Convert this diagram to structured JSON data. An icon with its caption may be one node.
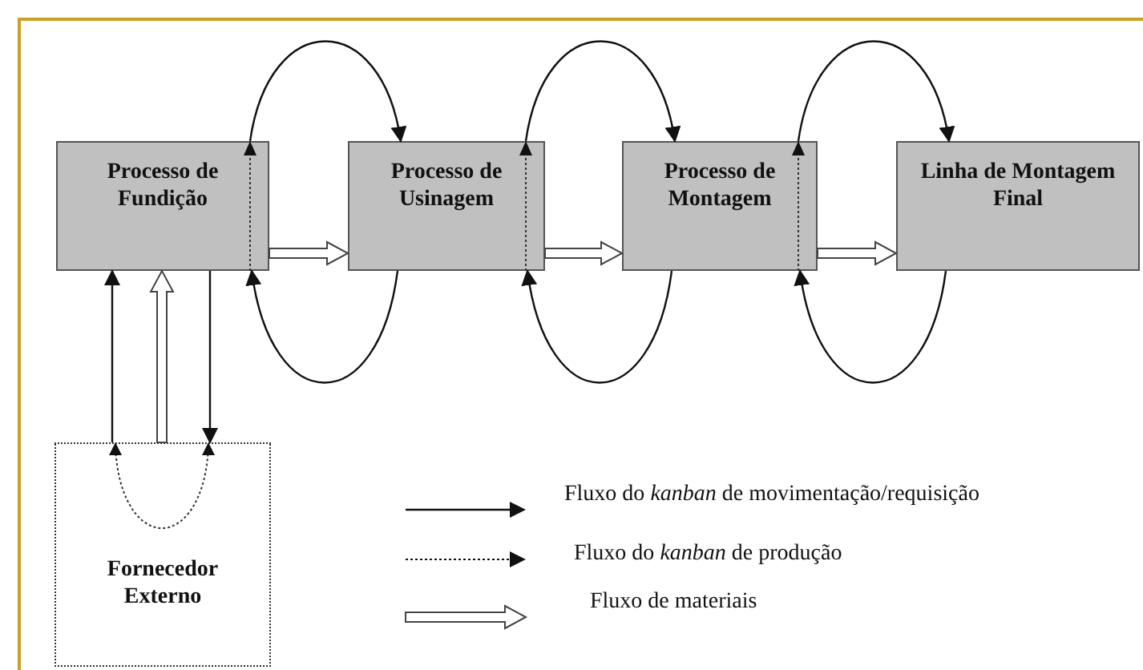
{
  "diagram": {
    "nodes": [
      {
        "text": [
          "Processo de Fundição"
        ]
      },
      {
        "text": [
          "Processo de Usinagem"
        ]
      },
      {
        "text": [
          "Processo de Montagem"
        ]
      },
      {
        "text": [
          "Linha de Montagem Final"
        ]
      },
      {
        "text": [
          "Fornecedor Externo"
        ]
      }
    ],
    "edges": [
      {
        "from": 0,
        "to": 1,
        "arrow": "to"
      },
      {
        "from": 1,
        "to": 2,
        "arrow": "to"
      },
      {
        "from": 2,
        "to": 3,
        "arrow": "to"
      },
      {
        "from": 1,
        "to": 0,
        "arrow": "to"
      },
      {
        "from": 2,
        "to": 1,
        "arrow": "to"
      },
      {
        "from": 3,
        "to": 2,
        "arrow": "to"
      },
      {
        "from": 0,
        "to": 1,
        "arrow": "to",
        "style": "thick"
      },
      {
        "from": 1,
        "to": 2,
        "arrow": "to",
        "style": "thick"
      },
      {
        "from": 2,
        "to": 3,
        "arrow": "to",
        "style": "thick"
      },
      {
        "from": 4,
        "to": 0,
        "arrow": "to"
      },
      {
        "from": 4,
        "to": 0,
        "arrow": "to",
        "style": "thick"
      },
      {
        "from": 0,
        "to": 4,
        "arrow": "to"
      }
    ],
    "legend": [
      {
        "text": "Fluxo do *kanban* de movimentação/requisição"
      },
      {
        "text": "Fluxo do *kanban* de produção"
      },
      {
        "text": "Fluxo de materiais"
      }
    ]
  }
}
